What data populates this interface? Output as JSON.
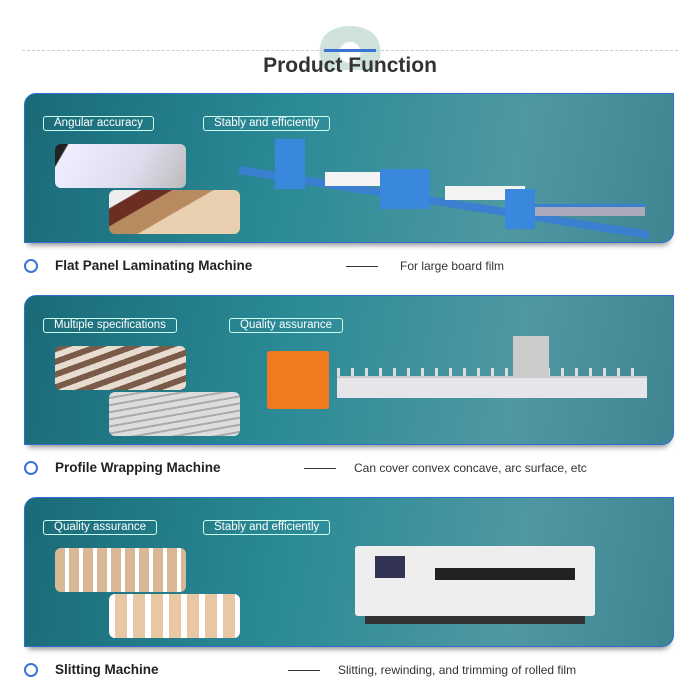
{
  "header": {
    "title": "Product Function"
  },
  "products": [
    {
      "name": "Flat Panel Laminating Machine",
      "description": "For large board film",
      "tags": [
        "Angular accuracy",
        "Stably and efficiently"
      ]
    },
    {
      "name": "Profile Wrapping Machine",
      "description": "Can cover convex concave, arc surface, etc",
      "tags": [
        "Multiple specifications",
        "Quality assurance"
      ]
    },
    {
      "name": "Slitting Machine",
      "description": "Slitting, rewinding, and trimming of rolled film",
      "tags": [
        "Quality assurance",
        "Stably and efficiently"
      ]
    }
  ],
  "colors": {
    "accent": "#3b73d6",
    "panel": "#2a8a96"
  }
}
